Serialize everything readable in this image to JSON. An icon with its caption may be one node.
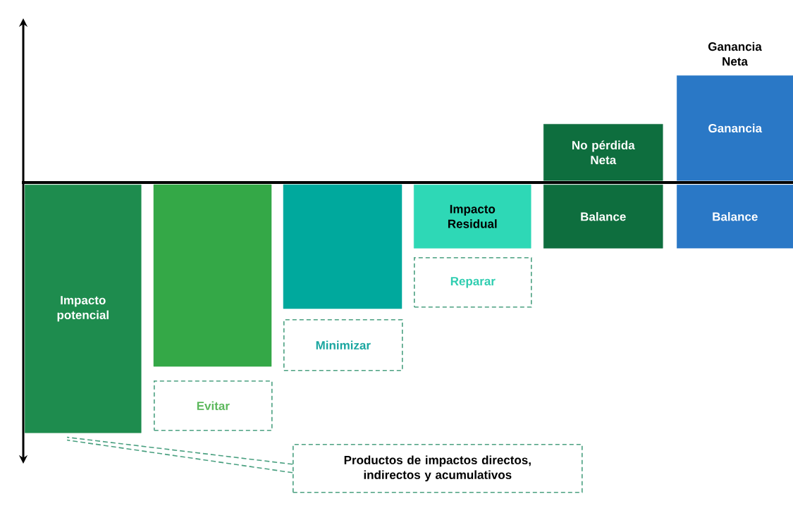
{
  "diagram": {
    "nodes": [
      {
        "text": [
          "Impacto potencial"
        ]
      },
      {
        "text": [],
        "shape": "bar"
      },
      {
        "text": [
          "Evitar"
        ]
      },
      {
        "text": [],
        "shape": "bar"
      },
      {
        "text": [
          "Minimizar"
        ]
      },
      {
        "text": [
          "Impacto Residual"
        ]
      },
      {
        "text": [
          "Reparar"
        ]
      },
      {
        "text": [
          "No pérdida Neta"
        ]
      },
      {
        "text": [
          "Balance"
        ]
      },
      {
        "text": [
          "Ganancia Neta",
          "Ganancia"
        ]
      },
      {
        "text": [
          "Balance"
        ]
      },
      {
        "text": [
          "Productos de impactos directos, indirectos y acumulativos"
        ]
      }
    ],
    "edges": [
      {
        "from": 11,
        "to": 0,
        "arrow": "none",
        "style": "dashed"
      },
      {
        "from": 11,
        "to": 0,
        "arrow": "none",
        "style": "dashed"
      }
    ]
  }
}
